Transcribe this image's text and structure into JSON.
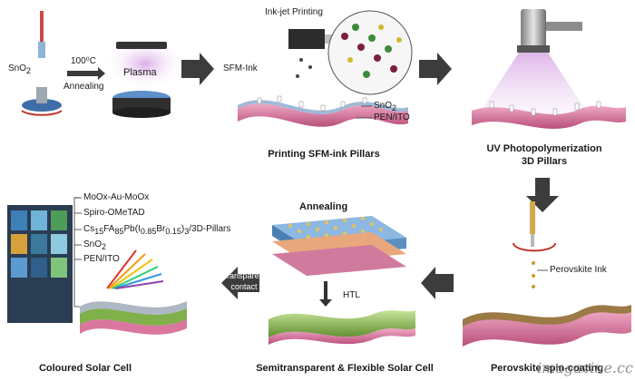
{
  "step1": {
    "sno2": "SnO",
    "sno2_sub": "2",
    "temperature": "100⁰C",
    "annealing": "Annealing",
    "plasma": "Plasma"
  },
  "step2": {
    "inkjet": "Ink-jet Printing",
    "sfm_ink": "SFM-Ink",
    "sno2": "SnO",
    "sno2_sub": "2",
    "pen_ito": "PEN/ITO",
    "caption": "Printing SFM-ink Pillars"
  },
  "step3": {
    "caption_line1": "UV Photopolymerization",
    "caption_line2": "3D Pillars"
  },
  "step4": {
    "perovskite_ink": "Perovskite Ink",
    "caption": "Perovskite spin-coating"
  },
  "step5": {
    "annealing": "Annealing",
    "htl": "HTL",
    "caption": "Semitransparent & Flexible Solar Cell"
  },
  "step6": {
    "transparent_contact_line1": "Transparent",
    "transparent_contact_line2": "contact",
    "layers": [
      "MoOx-Au-MoOx",
      "Spiro-OMeTAD",
      "Cs15FA85Pb(I0.85Br0.15)3/3D-Pillars",
      "SnO2",
      "PEN/ITO"
    ],
    "caption": "Coloured Solar Cell"
  },
  "watermark": "imagazine.cc",
  "colors": {
    "arrow": "#3c3c3c",
    "uv_glow": "#c27bd6",
    "substrate_pink": "#d9779e",
    "substrate_green": "#7fb04a",
    "perovskite_brown": "#8a6a3a"
  }
}
